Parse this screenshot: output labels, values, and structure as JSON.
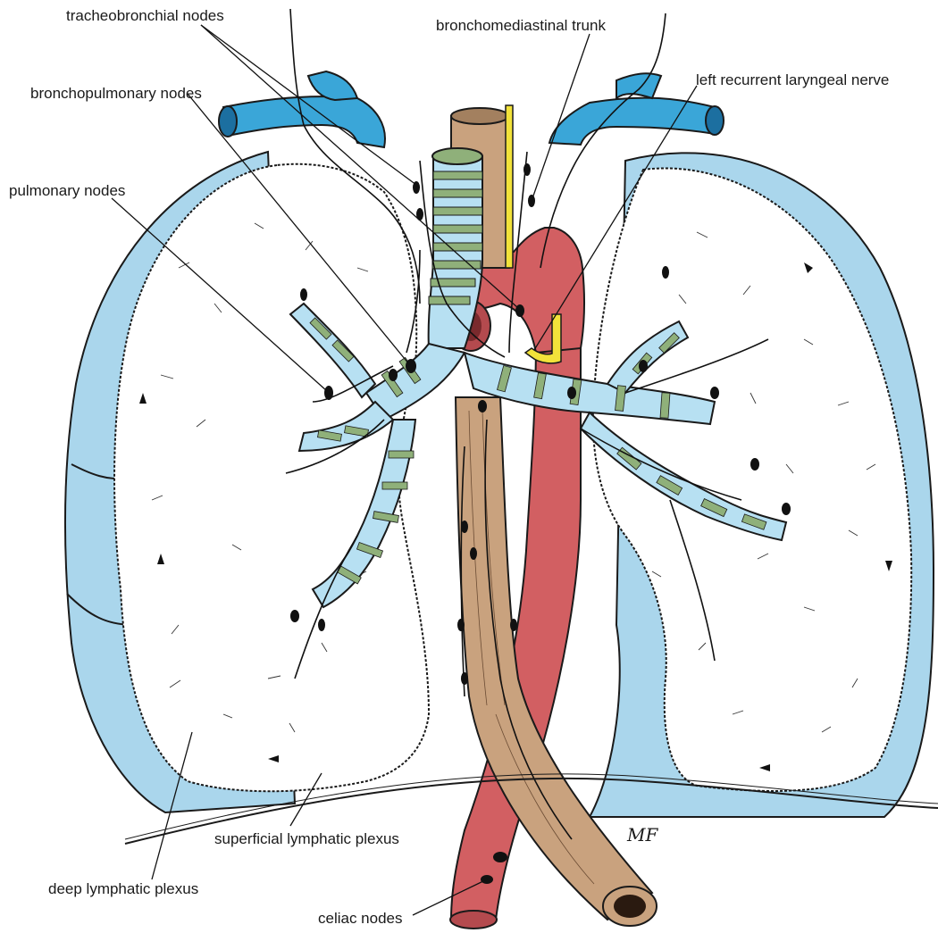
{
  "labels": {
    "tracheobronchial_nodes": "tracheobronchial nodes",
    "bronchomediastinal_trunk": "bronchomediastinal trunk",
    "bronchopulmonary_nodes": "bronchopulmonary nodes",
    "left_recurrent_laryngeal_nerve": "left recurrent laryngeal nerve",
    "pulmonary_nodes": "pulmonary nodes",
    "superficial_lymphatic_plexus": "superficial lymphatic plexus",
    "deep_lymphatic_plexus": "deep lymphatic plexus",
    "celiac_nodes": "celiac nodes"
  },
  "signature": "MF",
  "colors": {
    "pleura_blue": "#aad6ec",
    "vein_blue": "#3aa6d8",
    "trachea_green": "#8fb07a",
    "trachea_blue": "#b7e0f2",
    "aorta_red": "#d25f62",
    "esophagus_tan": "#c9a27e",
    "nerve_yellow": "#f2e23a",
    "lymph_black": "#111111"
  }
}
